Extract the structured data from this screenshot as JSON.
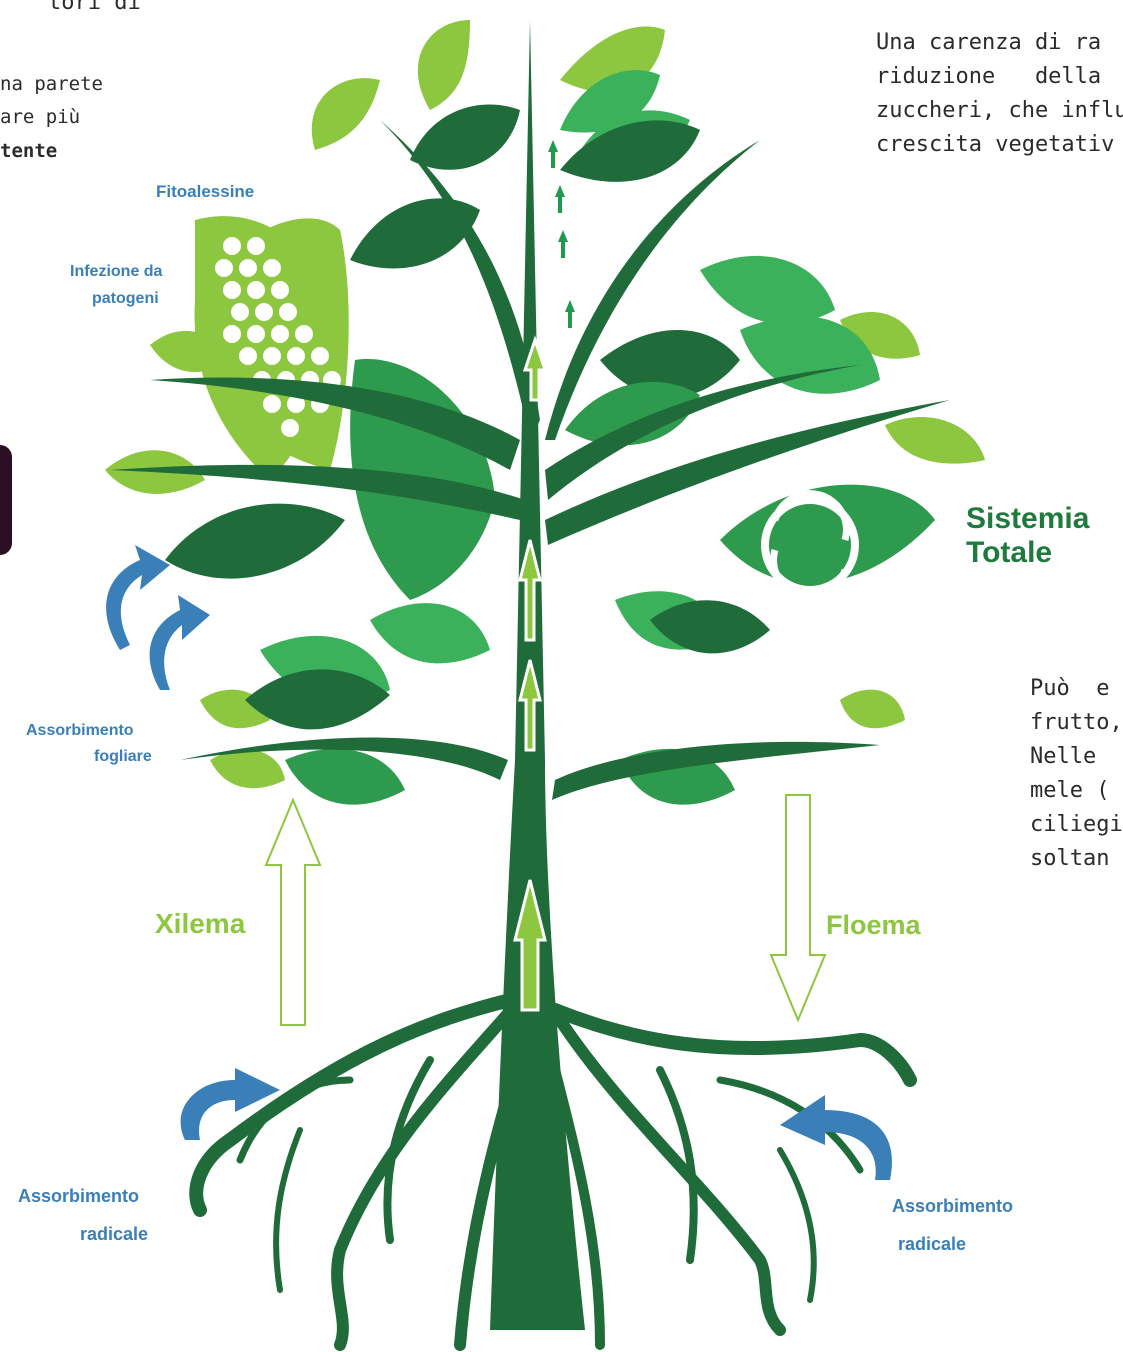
{
  "left_text": {
    "line1": "tori  di",
    "line2": "na parete",
    "line3": "are più",
    "line4": "tente"
  },
  "right_text_top": {
    "line1": "Una carenza di ra",
    "line2": "riduzione   della",
    "line3": "zuccheri, che influ",
    "line4": "crescita vegetativ"
  },
  "right_text_mid": {
    "line1": "Può  e",
    "line2": "frutto,",
    "line3": "Nelle",
    "line4": "mele (",
    "line5": "ciliegie",
    "line6": "soltan"
  },
  "labels": {
    "fitoalessine": "Fitoalessine",
    "infezione_line1": "Infezione da",
    "infezione_line2": "patogeni",
    "assorb_fogliare_line1": "Assorbimento",
    "assorb_fogliare_line2": "fogliare",
    "xilema": "Xilema",
    "floema": "Floema",
    "sistema_line1": "Sistemia",
    "sistema_line2": "Totale",
    "assorb_rad_left_line1": "Assorbimento",
    "assorb_rad_left_line2": "radicale",
    "assorb_rad_right_line1": "Assorbimento",
    "assorb_rad_right_line2": "radicale"
  },
  "colors": {
    "dark_green": "#1f6b3a",
    "mid_green": "#2e9a4e",
    "bright_green": "#3cb15c",
    "light_green": "#8dc63f",
    "blue": "#3a7fb8"
  }
}
